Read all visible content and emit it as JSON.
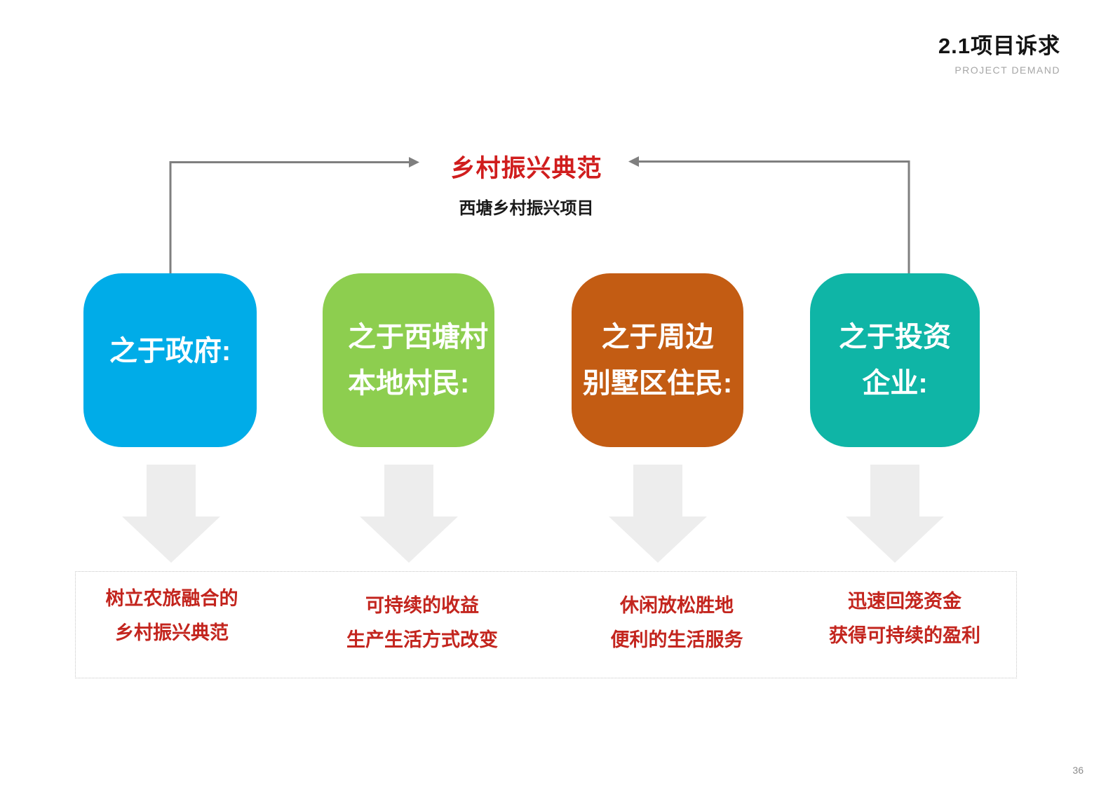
{
  "header": {
    "title": "2.1项目诉求",
    "subtitle_en": "PROJECT DEMAND"
  },
  "diagram": {
    "title": "乡村振兴典范",
    "subtitle": "西塘乡村振兴项目"
  },
  "stakeholders": [
    {
      "label_lines": [
        "之于政府:"
      ],
      "color": "#00ace8",
      "benefit_lines": [
        "树立农旅融合的",
        "乡村振兴典范"
      ]
    },
    {
      "label_lines": [
        "之于西塘村",
        "本地村民:"
      ],
      "color": "#8dce4f",
      "benefit_lines": [
        "可持续的收益",
        "生产生活方式改变"
      ]
    },
    {
      "label_lines": [
        "之于周边",
        "别墅区住民:"
      ],
      "color": "#c35c13",
      "benefit_lines": [
        "休闲放松胜地",
        "便利的生活服务"
      ]
    },
    {
      "label_lines": [
        "之于投资",
        "企业:"
      ],
      "color": "#0fb5a6",
      "benefit_lines": [
        "迅速回笼资金",
        "获得可持续的盈利"
      ]
    }
  ],
  "colors": {
    "title_red": "#d01d1d",
    "benefit_red": "#c3251e",
    "connector_gray": "#7f7f7f",
    "down_arrow_gray": "#ededed",
    "header_black": "#141414",
    "header_sub_gray": "#a6a6a6"
  },
  "page_number": "36"
}
